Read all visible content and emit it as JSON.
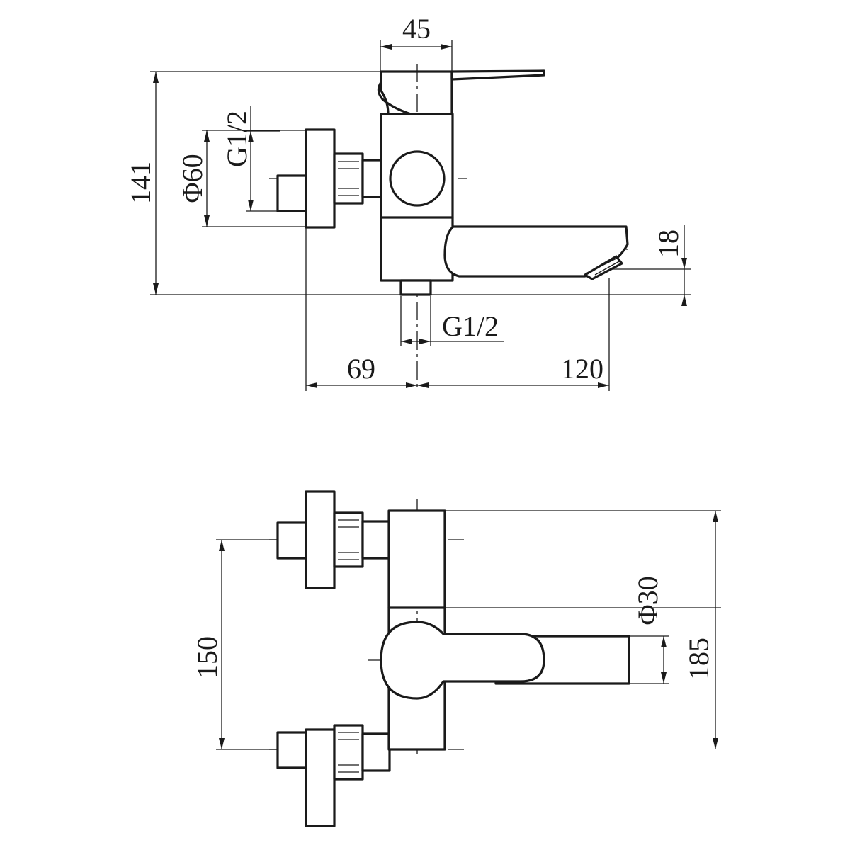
{
  "side_view": {
    "dims": {
      "width_top": "45",
      "height_total": "141",
      "flange_diameter": "Φ60",
      "thread_inlet": "G1/2",
      "thread_outlet": "G1/2",
      "spout_height": "18",
      "depth_left": "69",
      "spout_reach": "120"
    }
  },
  "top_view": {
    "dims": {
      "inlet_spacing": "150",
      "spout_diameter": "Φ30",
      "overall_length": "185"
    }
  }
}
